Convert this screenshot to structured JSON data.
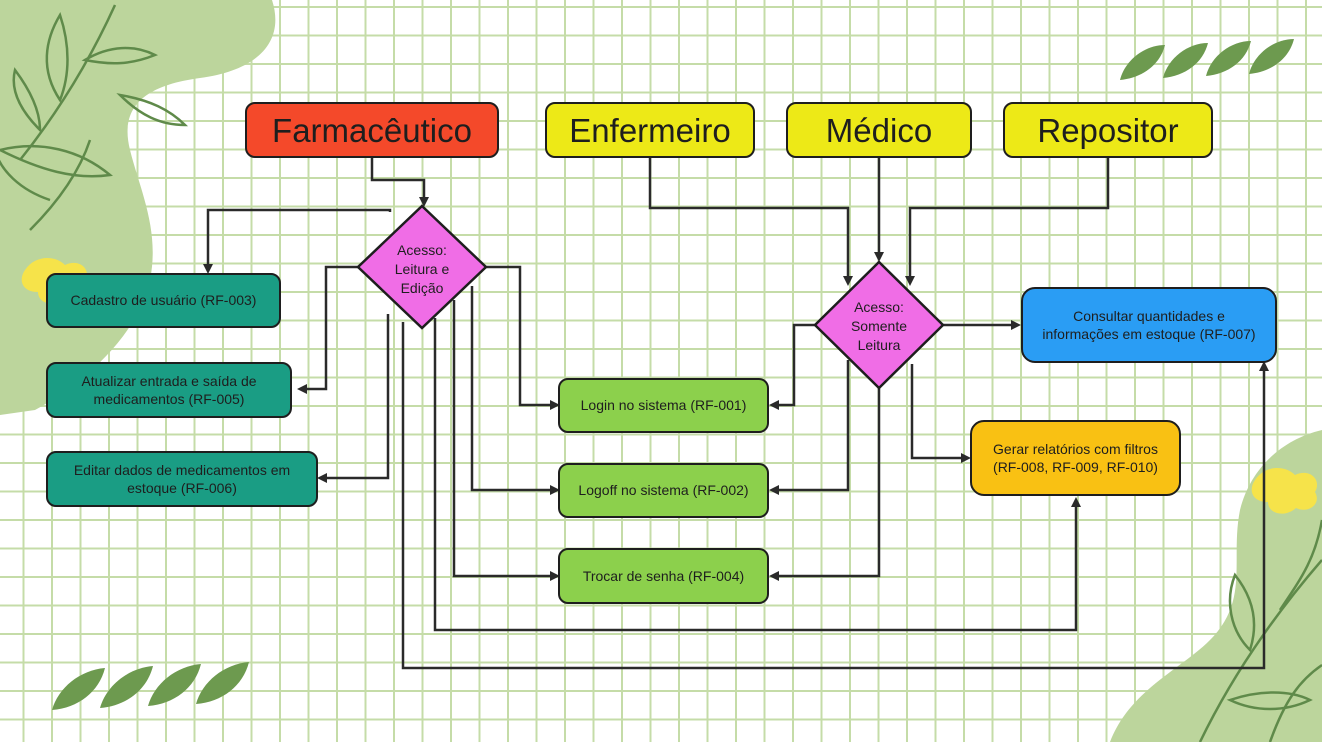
{
  "colors": {
    "farmaceutico": "#f4492a",
    "actor_yellow": "#ede917",
    "diamond": "#f06de6",
    "teal": "#1a9d84",
    "green": "#8cd04c",
    "blue": "#2a9df4",
    "orange": "#f9c113",
    "leaf": "#bcd59c",
    "dark_leaf": "#5f8a4a"
  },
  "actors": {
    "farmaceutico": "Farmacêutico",
    "enfermeiro": "Enfermeiro",
    "medico": "Médico",
    "repositor": "Repositor"
  },
  "decisions": {
    "full_access": [
      "Acesso:",
      "Leitura e",
      "Edição"
    ],
    "read_only": [
      "Acesso:",
      "Somente",
      "Leitura"
    ]
  },
  "requirements": {
    "cadastro": "Cadastro de usuário (RF-003)",
    "atualizar": "Atualizar entrada e saída de medicamentos (RF-005)",
    "editar": "Editar dados de medicamentos em estoque (RF-006)",
    "login": "Login no sistema (RF-001)",
    "logoff": "Logoff no sistema (RF-002)",
    "trocar": "Trocar de senha (RF-004)",
    "consultar": "Consultar quantidades e informações em estoque (RF-007)",
    "relatorios": "Gerar relatórios com filtros (RF-008, RF-009, RF-010)"
  }
}
